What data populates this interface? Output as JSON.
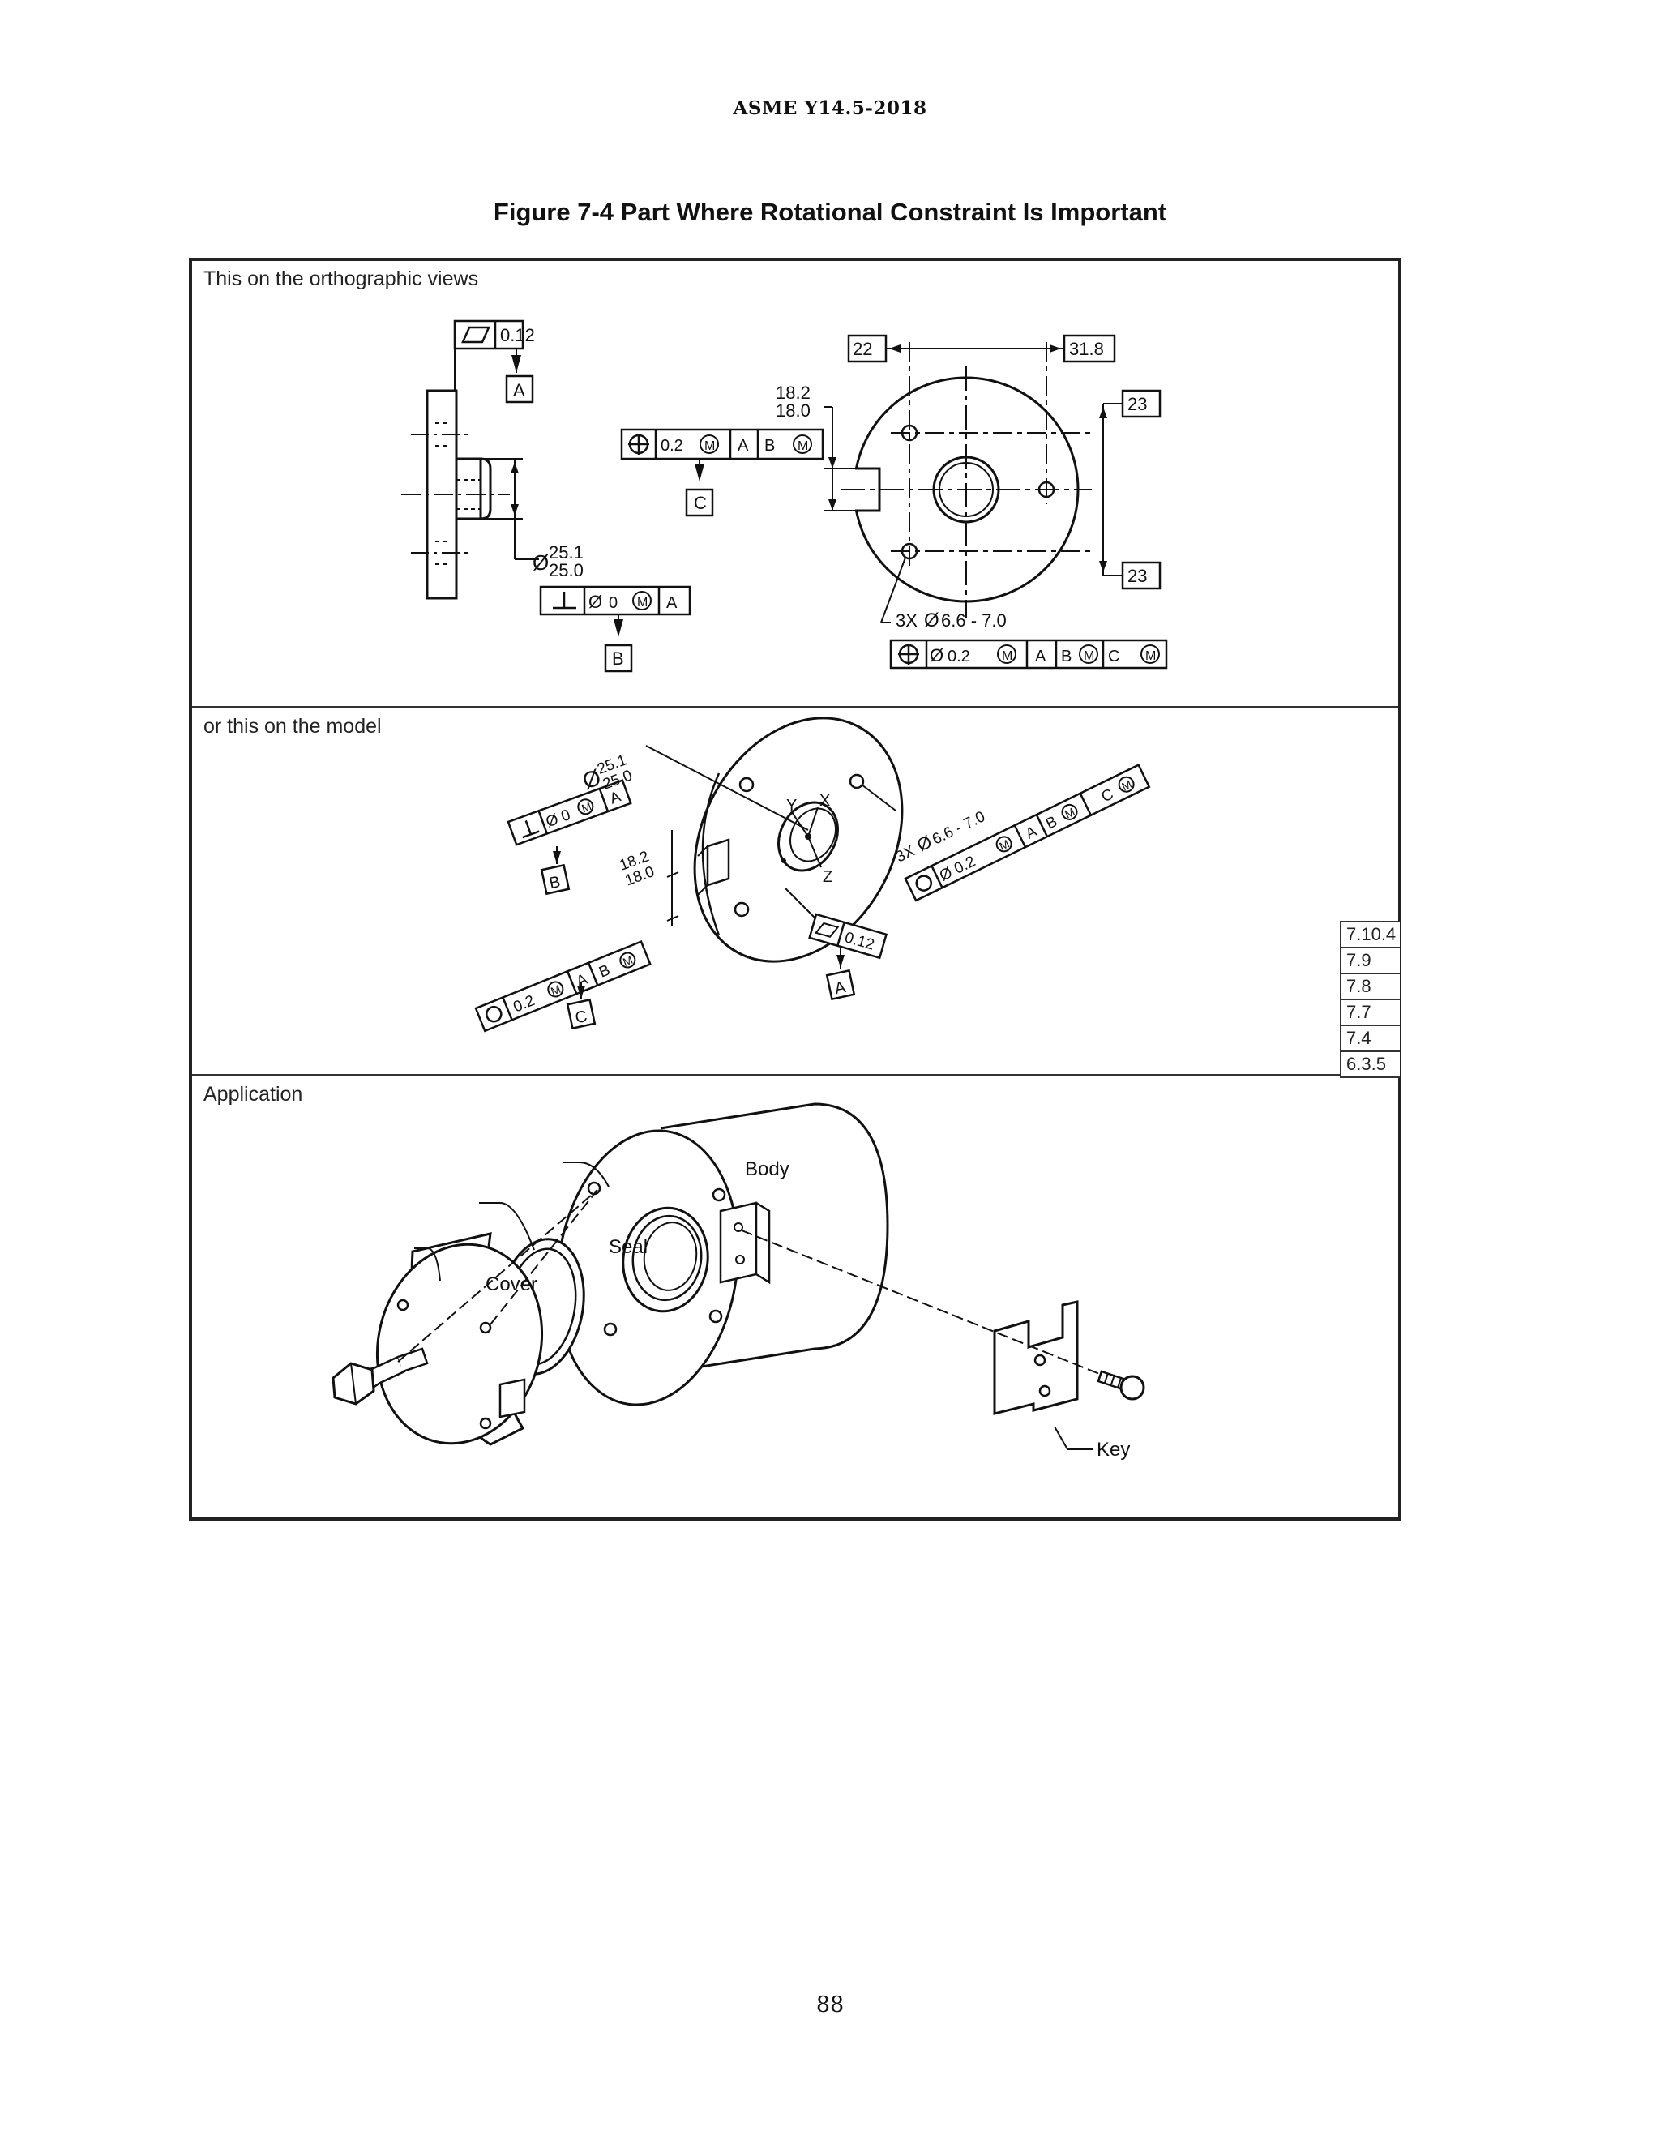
{
  "header": "ASME Y14.5-2018",
  "figure_title": "Figure 7-4 Part Where Rotational Constraint Is Important",
  "panels": {
    "orthographic": {
      "label": "This on the orthographic views",
      "flatness_tol": "0.12",
      "datum_a": "A",
      "datum_b": "B",
      "datum_c": "C",
      "dim_22": "22",
      "dim_318": "31.8",
      "dim_23_top": "23",
      "dim_23_bot": "23",
      "slot_max": "18.2",
      "slot_min": "18.0",
      "pos_tol": "0.2",
      "ref_a": "A",
      "ref_b": "B",
      "bore_max": "25.1",
      "bore_min": "25.0",
      "perp_tol": "0",
      "holes_note": "3X",
      "holes_size": "6.6 - 7.0",
      "holes_tol": "0.2",
      "ref_c": "C",
      "mmc": "M",
      "dia": "Ø"
    },
    "model": {
      "label": "or this on the model",
      "bore_max": "25.1",
      "bore_min": "25.0",
      "perp_tol": "0",
      "ref_a": "A",
      "datum_b": "B",
      "slot_max": "18.2",
      "slot_min": "18.0",
      "pos_tol": "0.2",
      "ref_b": "B",
      "datum_c": "C",
      "holes_note": "3X",
      "holes_size": "6.6 - 7.0",
      "holes_tol": "0.2",
      "ref_c": "C",
      "flatness_tol": "0.12",
      "datum_a": "A",
      "axis_x": "X",
      "axis_y": "Y",
      "axis_z": "Z",
      "mmc": "M",
      "dia": "Ø"
    },
    "application": {
      "label": "Application",
      "body": "Body",
      "seal": "Seal",
      "cover": "Cover",
      "key": "Key"
    }
  },
  "references": [
    "7.10.4",
    "7.9",
    "7.8",
    "7.7",
    "7.4",
    "6.3.5"
  ],
  "page_number": "88"
}
